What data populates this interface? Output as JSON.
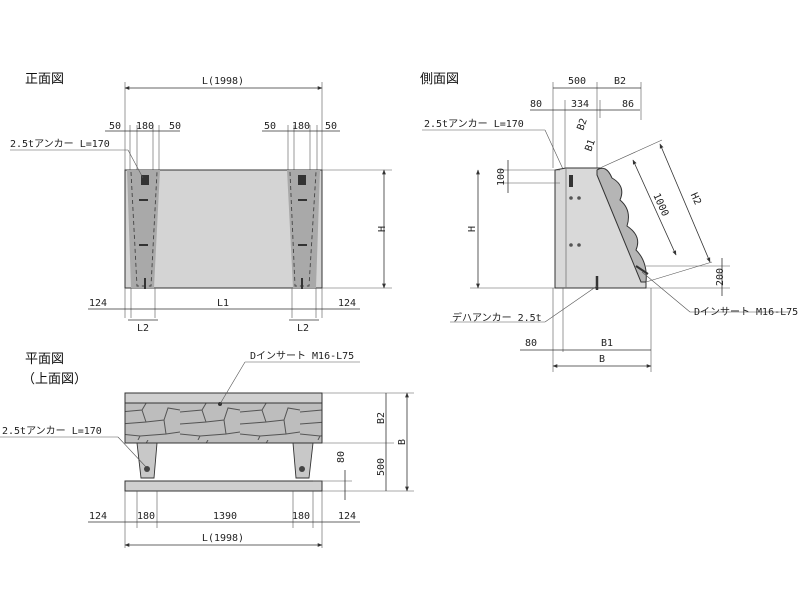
{
  "views": {
    "front_title": "正面図",
    "side_title": "側面図",
    "plan_title": "平面図",
    "plan_subtitle": "（上面図）"
  },
  "front": {
    "overall_length": "L(1998)",
    "d50": "50",
    "d180": "180",
    "anchor": "2.5tアンカー L=170",
    "height": "H",
    "d124": "124",
    "l1": "L1",
    "l2": "L2"
  },
  "side": {
    "d500": "500",
    "b2": "B2",
    "d80": "80",
    "d334": "334",
    "d86": "86",
    "anchor": "2.5tアンカー L=170",
    "d100": "100",
    "height": "H",
    "d1000": "1000",
    "h2": "H2",
    "d200": "200",
    "d_insert": "Dインサート M16-L75",
    "deha": "デハアンカー 2.5t",
    "b1": "B1",
    "b": "B",
    "small_b2": "B2",
    "small_b1": "B1"
  },
  "plan": {
    "d_insert": "Dインサート M16-L75",
    "anchor": "2.5tアンカー L=170",
    "b2": "B2",
    "b": "B",
    "d80": "80",
    "d500": "500",
    "d124": "124",
    "d180": "180",
    "d1390": "1390",
    "overall_length": "L(1998)"
  }
}
